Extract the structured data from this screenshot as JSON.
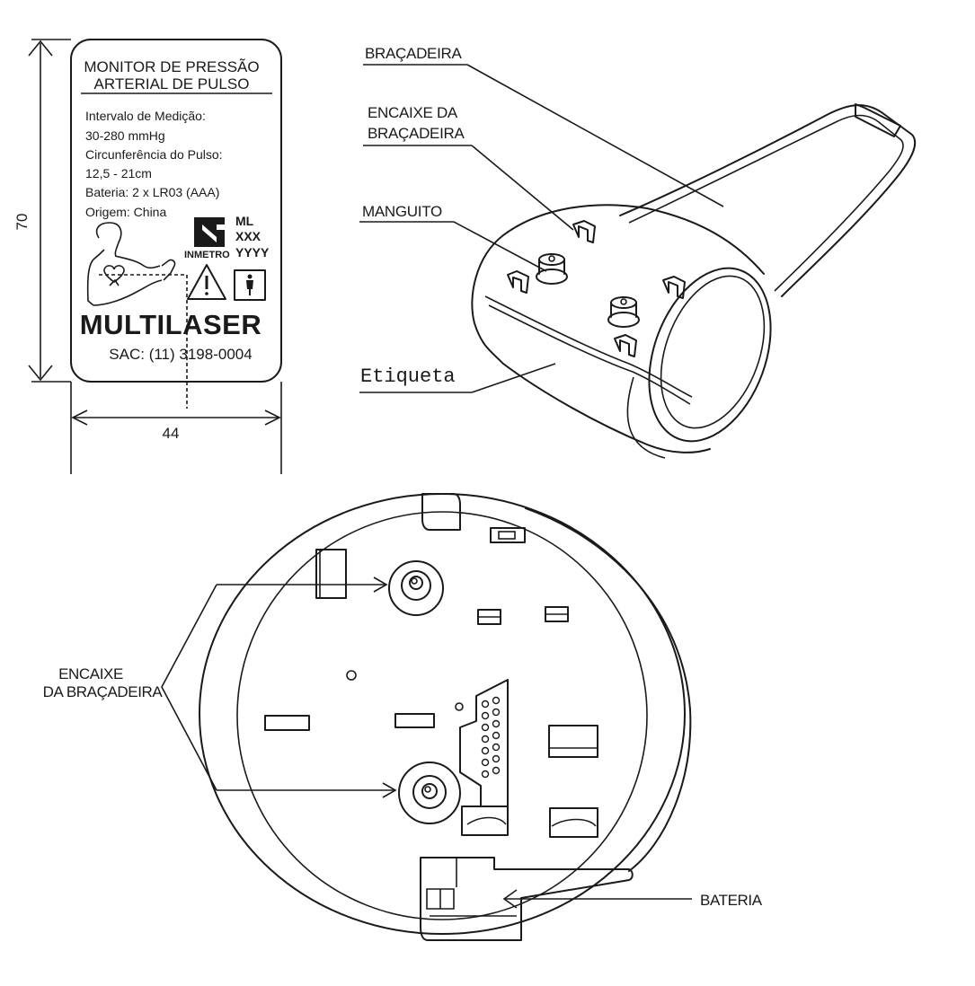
{
  "label": {
    "title_line1": "MONITOR DE PRESSÃO",
    "title_line2": "ARTERIAL DE PULSO",
    "lines": [
      "Intervalo de Medição:",
      "30-280 mmHg",
      "Circunferência do Pulso:",
      "12,5 - 21cm",
      "Bateria: 2 x LR03 (AAA)",
      "Origem: China"
    ],
    "cert_codes": [
      "ML",
      "XXX",
      "YYYY"
    ],
    "cert_name": "INMETRO",
    "brand": "MULTILASER",
    "sac": "SAC: (11) 3198-0004",
    "dim_height": "70",
    "dim_width": "44"
  },
  "callouts": {
    "bracadeira": "BRAÇADEIRA",
    "encaixe_top_1": "ENCAIXE DA",
    "encaixe_top_2": "BRAÇADEIRA",
    "manguito": "MANGUITO",
    "etiqueta": "Etiqueta",
    "encaixe_bottom_1": "ENCAIXE",
    "encaixe_bottom_2": "DA BRAÇADEIRA",
    "bateria": "BATERIA"
  }
}
